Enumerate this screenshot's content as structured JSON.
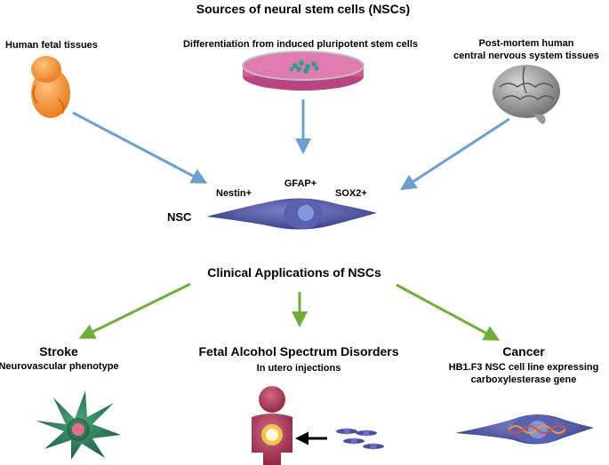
{
  "title": "Sources of neural stem cells (NSCs)",
  "sources": [
    {
      "label": "Human fetal tissues",
      "icon": "fetus-icon"
    },
    {
      "label": "Differentiation from induced pluripotent stem cells",
      "icon": "petri-dish-icon"
    },
    {
      "label_line1": "Post-mortem human",
      "label_line2": "central nervous system tissues",
      "icon": "brain-icon"
    }
  ],
  "nsc": {
    "label": "NSC",
    "markers": [
      "Nestin+",
      "GFAP+",
      "SOX2+"
    ]
  },
  "applications_title": "Clinical Applications of NSCs",
  "applications": [
    {
      "title": "Stroke",
      "subtitle": "Neurovascular phenotype",
      "icon": "neuron-icon"
    },
    {
      "title": "Fetal Alcohol Spectrum Disorders",
      "subtitle": "In utero injections",
      "icon": "fetus-injection-icon"
    },
    {
      "title": "Cancer",
      "subtitle_line1": "HB1.F3 NSC cell line expressing",
      "subtitle_line2": "carboxylesterase gene",
      "icon": "dna-cell-icon"
    }
  ],
  "colors": {
    "source_arrow": "#6a9fcf",
    "application_arrow": "#6fae3c",
    "cell_body": "#4a4f9a",
    "fetus": "#f39a3a",
    "dish": "#c9558f",
    "neuron": "#2f7a5a",
    "figure": "#9a2a48"
  }
}
